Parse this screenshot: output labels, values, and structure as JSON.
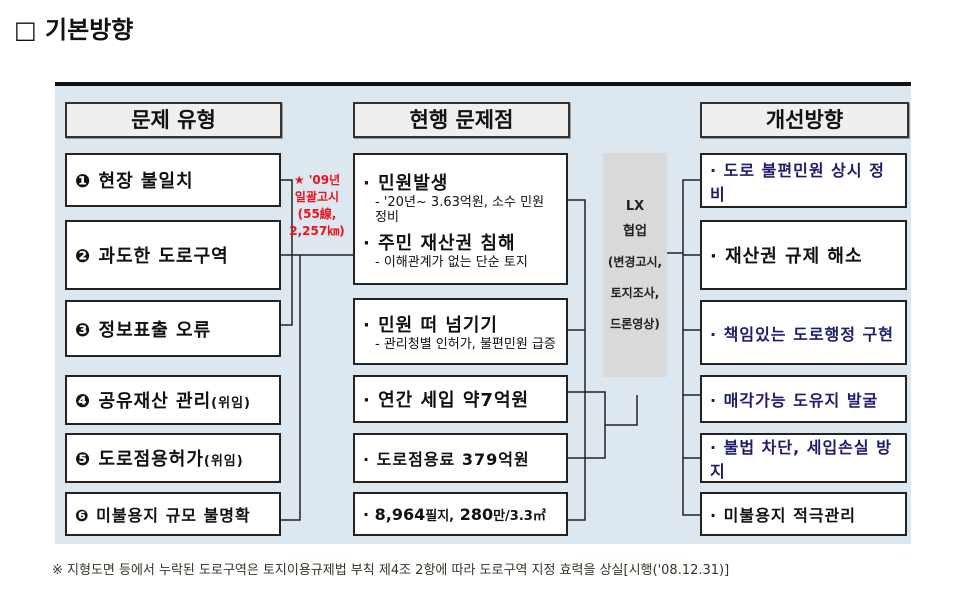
{
  "title": "□ 기본방향",
  "headers": {
    "problem_type": "문제 유형",
    "current_issues": "현행 문제점",
    "improvement": "개선방향"
  },
  "problem_types": [
    {
      "num": "❶",
      "label": "현장 불일치",
      "note": ""
    },
    {
      "num": "❷",
      "label": "과도한 도로구역",
      "note": ""
    },
    {
      "num": "❸",
      "label": "정보표출 오류",
      "note": ""
    },
    {
      "num": "❹",
      "label": "공유재산 관리",
      "note": "(위임)"
    },
    {
      "num": "❺",
      "label": "도로점용허가",
      "note": "(위임)"
    },
    {
      "num": "❻",
      "label": "미불용지 규모 불명확",
      "note": ""
    }
  ],
  "star_note": [
    "★ '09년",
    "일괄고시",
    "(55線,",
    "2,257㎞)"
  ],
  "issues": {
    "i1_title": "· 민원발생",
    "i1_sub": "- '20년~ 3.63억원, 소수 민원 정비",
    "i2_title": "· 주민 재산권 침해",
    "i2_sub": "- 이해관계가 없는 단순 토지",
    "i3_title": "· 민원 떠 넘기기",
    "i3_sub": "- 관리청별 인허가, 불편민원 급증",
    "i4_title": "· 연간 세입 약7억원",
    "i5_title": "· 도로점용료 379억원",
    "i6_a": "· 8,964",
    "i6_b": "필지,",
    "i6_c": " 280",
    "i6_d": "만/3.3㎡"
  },
  "lx": [
    "LX",
    "협업",
    "(변경고시,",
    "토지조사,",
    "드론영상)"
  ],
  "improvements": [
    "· 도로 불편민원 상시 정비",
    "· 재산권 규제 해소",
    "· 책임있는 도로행정 구현",
    "· 매각가능 도유지 발굴",
    "· 불법 차단, 세입손실 방지",
    "· 미불용지 적극관리"
  ],
  "footnote": "※ 지형도면 등에서 누락된 도로구역은 토지이용규제법 부칙 제4조 2항에 따라 도로구역 지정 효력을 상실[시행('08.12.31)]"
}
